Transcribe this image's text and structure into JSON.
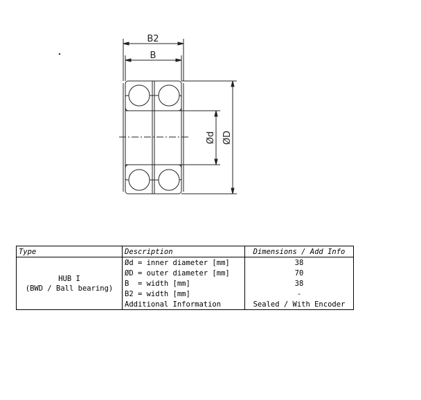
{
  "drawing": {
    "labels": {
      "b2": "B2",
      "b": "B",
      "inner": "Ød",
      "outer": "ØD"
    }
  },
  "table": {
    "headers": {
      "type": "Type",
      "description": "Description",
      "dimensions": "Dimensions / Add Info"
    },
    "type_line1": "HUB I",
    "type_line2": "(BWD / Ball bearing)",
    "rows": [
      {
        "description": "Ød = inner diameter [mm]",
        "value": "38"
      },
      {
        "description": "ØD = outer diameter [mm]",
        "value": "70"
      },
      {
        "description": "B  = width [mm]",
        "value": "38"
      },
      {
        "description": "B2 = width [mm]",
        "value": "-"
      },
      {
        "description": "Additional Information",
        "value": "Sealed / With Encoder"
      }
    ]
  }
}
